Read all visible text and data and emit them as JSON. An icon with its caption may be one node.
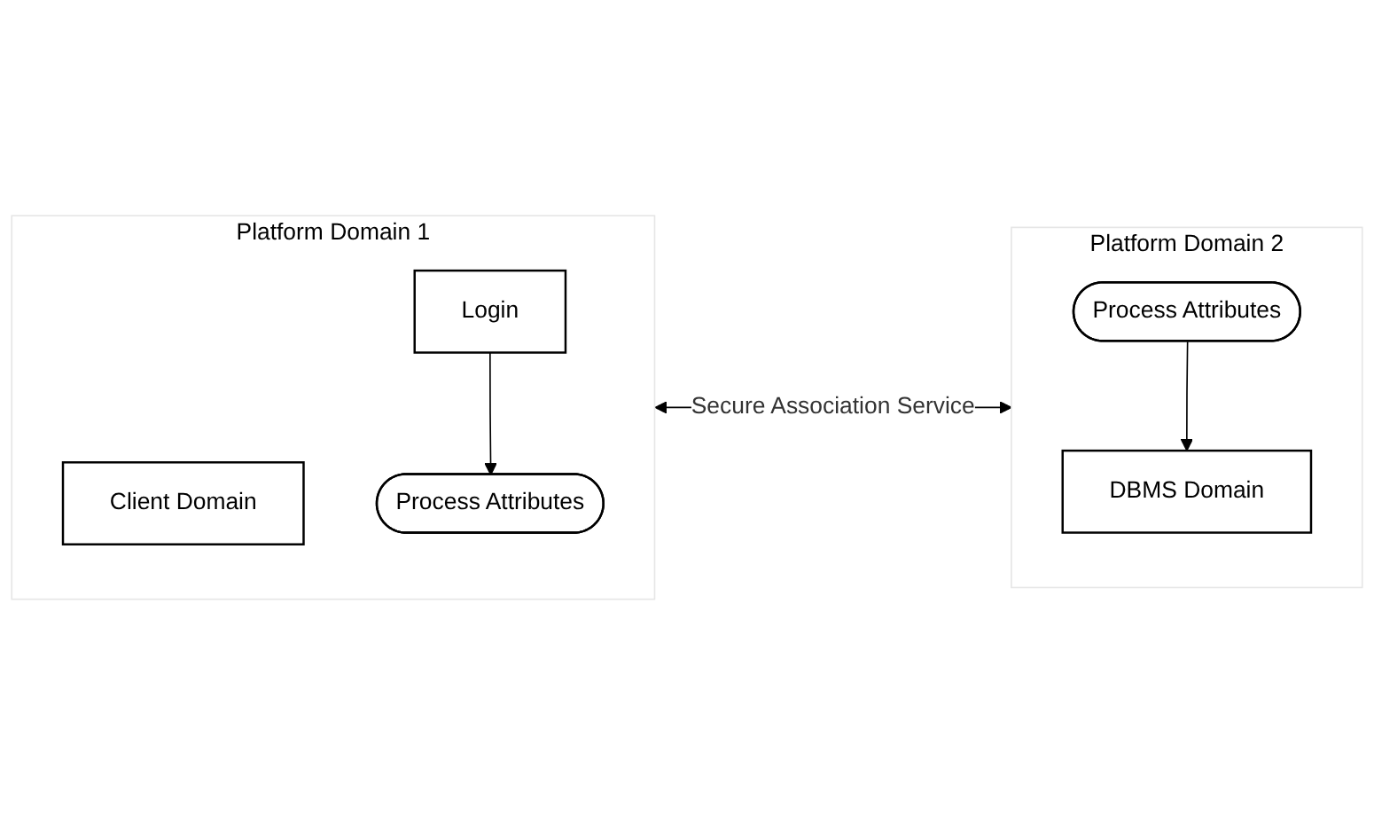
{
  "diagram": {
    "nodes": [
      {
        "text": [
          "Platform Domain 1"
        ]
      },
      {
        "text": [
          "Client Domain"
        ],
        "in": 0
      },
      {
        "text": [
          "Login"
        ],
        "in": 0
      },
      {
        "text": [
          "Process Attributes"
        ],
        "in": 0
      },
      {
        "text": [
          "Platform Domain 2"
        ]
      },
      {
        "text": [
          "DBMS Domain"
        ],
        "in": 4
      },
      {
        "text": [
          "Process Attributes"
        ],
        "in": 4
      }
    ],
    "edges": [
      {
        "from": 2,
        "to": 3,
        "arrow": "to"
      },
      {
        "from": 6,
        "to": 5,
        "arrow": "to"
      },
      {
        "from": 0,
        "to": 4,
        "arrow": "both",
        "label": "Secure Association Service"
      }
    ]
  }
}
